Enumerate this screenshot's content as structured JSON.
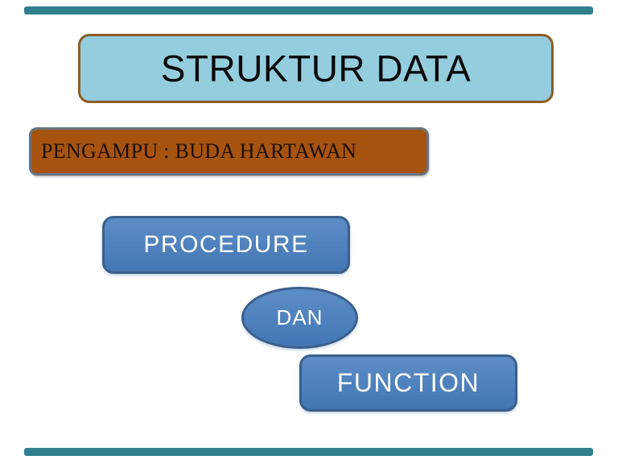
{
  "slide": {
    "background_color": "#ffffff",
    "accent_bars": {
      "color": "#2f7f8f",
      "positions": [
        "top",
        "bottom"
      ]
    },
    "title": {
      "text": "STRUKTUR DATA",
      "fill_color": "#93cdde",
      "border_color": "#8e5c24",
      "text_color": "#0a0a0a"
    },
    "lecturer": {
      "text": "PENGAMPU : BUDA HARTAWAN",
      "fill_color": "#a5530f",
      "border_color": "#6a7480",
      "text_color": "#1d0e05"
    },
    "shapes": [
      {
        "name": "procedure",
        "kind": "rounded-rectangle",
        "label": "PROCEDURE",
        "fill_color": "#4e81bd",
        "border_color": "#3a5f8b",
        "text_color": "#ffffff"
      },
      {
        "name": "dan",
        "kind": "ellipse",
        "label": "DAN",
        "fill_color": "#4e81bd",
        "border_color": "#3a5f8b",
        "text_color": "#ffffff"
      },
      {
        "name": "function",
        "kind": "rounded-rectangle",
        "label": "FUNCTION",
        "fill_color": "#4e81bd",
        "border_color": "#385d8a",
        "text_color": "#ffffff"
      }
    ]
  }
}
